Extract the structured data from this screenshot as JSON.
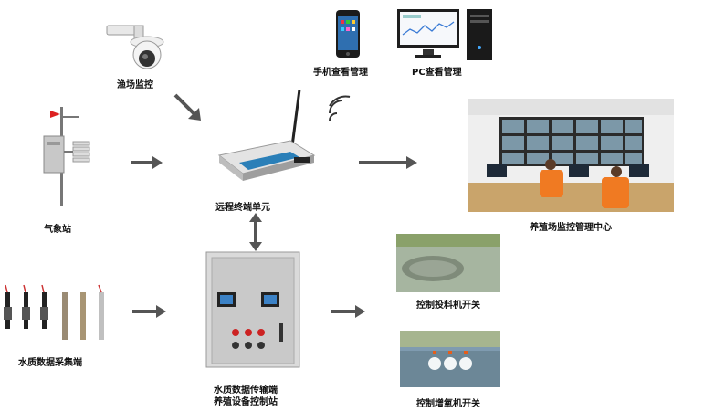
{
  "nodes": {
    "fish_monitor": "渔场监控",
    "phone": "手机查看管理",
    "pc": "PC查看管理",
    "weather": "气象站",
    "rtu": "远程终端单元",
    "center": "养殖场监控管理中心",
    "water_sensors": "水质数据采集端",
    "control_station_line1": "水质数据传输端",
    "control_station_line2": "养殖设备控制站",
    "feeder": "控制投料机开关",
    "aerator": "控制增氧机开关"
  },
  "colors": {
    "arrow": "#555555",
    "device_body": "#2a7fb8",
    "cabinet": "#d8d8d8",
    "sky": "#9fb6c6",
    "water": "#7a8f86"
  }
}
